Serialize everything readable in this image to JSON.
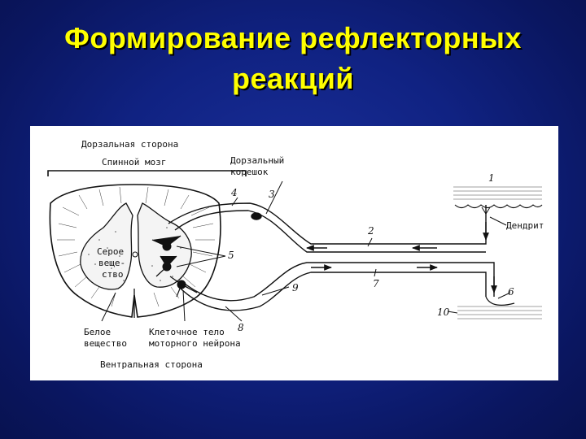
{
  "slide": {
    "title_line1": "Формирование рефлекторных",
    "title_line2": "реакций"
  },
  "colors": {
    "background": "#102282",
    "title": "#ffff00",
    "figure_background": "#ffffff",
    "ink": "#111111"
  },
  "diagram": {
    "labels": {
      "dorsal_side": "Дорзальная сторона",
      "spinal_cord": "Спинной мозг",
      "dorsal_root_line1": "Дорзальный",
      "dorsal_root_line2": "корешок",
      "gray_matter_line1": "Серое",
      "gray_matter_line2": "веще-",
      "gray_matter_line3": "ство",
      "white_matter_line1": "Белое",
      "white_matter_line2": "вещество",
      "motor_body_line1": "Клеточное тело",
      "motor_body_line2": "моторного нейрона",
      "ventral_side": "Вентральная сторона",
      "dendrite": "Дендрит"
    },
    "numbers": {
      "n1": "1",
      "n2": "2",
      "n3": "3",
      "n4": "4",
      "n5": "5",
      "n6": "6",
      "n7": "7",
      "n8": "8",
      "n9": "9",
      "n10": "10"
    }
  }
}
